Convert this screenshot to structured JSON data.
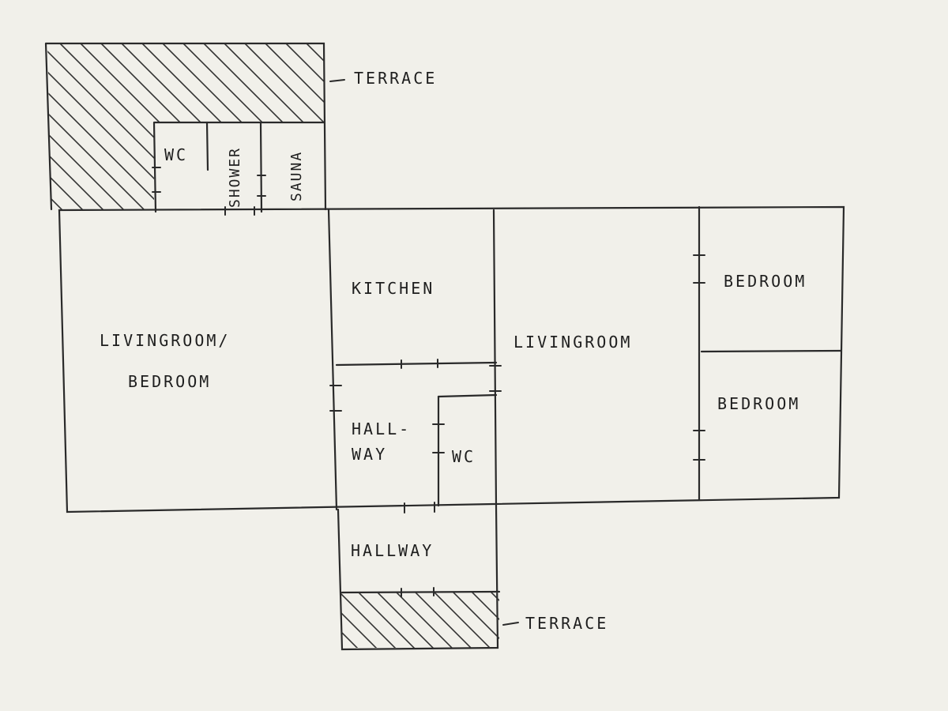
{
  "labels": {
    "terrace_top": "TERRACE",
    "wc_top": "WC",
    "shower": "SHOWER",
    "sauna": "SAUNA",
    "kitchen": "KITCHEN",
    "living_bedroom_line1": "LIVINGROOM/",
    "living_bedroom_line2": "BEDROOM",
    "livingroom": "LIVINGROOM",
    "bedroom_1": "BEDROOM",
    "bedroom_2": "BEDROOM",
    "hallway_line1": "HALL-",
    "hallway_line2": "WAY",
    "wc_small": "WC",
    "hallway": "HALLWAY",
    "terrace_bottom": "TERRACE"
  },
  "colors": {
    "ink": "#2a2a2a",
    "paper": "#f1f0ea"
  }
}
